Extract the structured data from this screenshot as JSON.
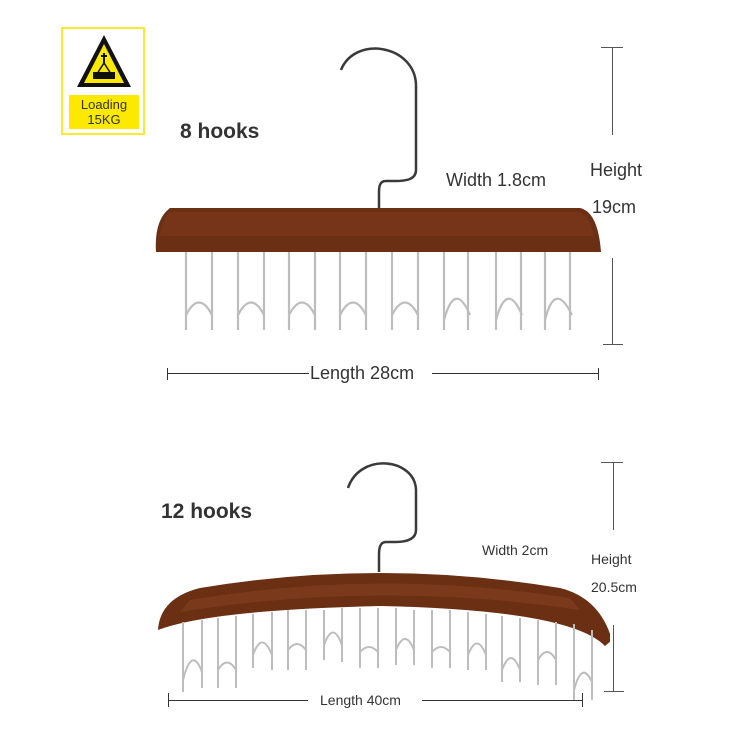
{
  "warning_sign": {
    "icon": "hanging-load-warning-icon",
    "line1": "Loading",
    "line2": "15KG",
    "colors": {
      "yellow": "#fbe900",
      "border": "#f7ea33"
    }
  },
  "products": [
    {
      "title": "8 hooks",
      "width_label": "Width 1.8cm",
      "height_label": "Height",
      "height_value": "19cm",
      "length_label": "Length 28cm",
      "hook_count": 8
    },
    {
      "title": "12 hooks",
      "width_label": "Width 2cm",
      "height_label": "Height",
      "height_value": "20.5cm",
      "length_label": "Length 40cm",
      "hook_count": 12
    }
  ],
  "colors": {
    "wood": "#6b2f14",
    "wood_light": "#8a4421",
    "metal": "#b8b8b8",
    "text": "#333333"
  }
}
